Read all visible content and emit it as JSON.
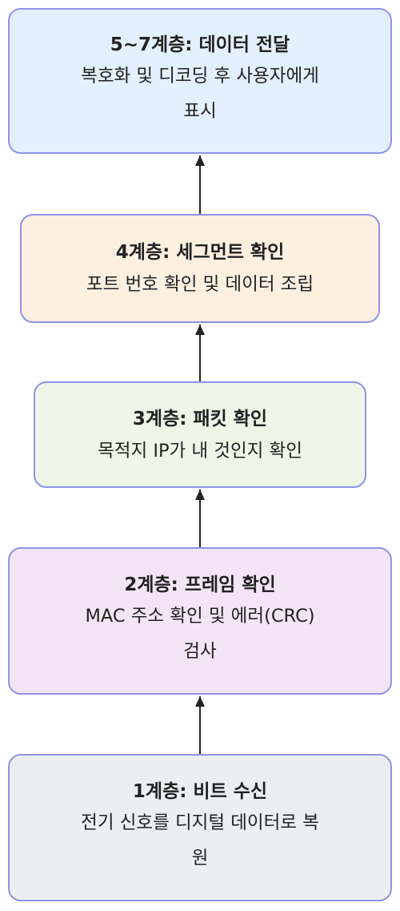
{
  "colors": {
    "border": "#8f93e6",
    "edge": "#222222",
    "layer57_fill": "#e3f0fd",
    "layer4_fill": "#fdf0e1",
    "layer3_fill": "#eef6e8",
    "layer2_fill": "#f3e5f5",
    "layer1_fill": "#eceff1"
  },
  "nodes": {
    "layer57": {
      "title": "5~7계층: 데이터 전달",
      "desc_line1": "복호화 및 디코딩 후 사용자에게",
      "desc_line2": "표시"
    },
    "layer4": {
      "title": "4계층: 세그먼트 확인",
      "desc": "포트 번호 확인 및 데이터 조립"
    },
    "layer3": {
      "title": "3계층: 패킷 확인",
      "desc": "목적지 IP가 내 것인지 확인"
    },
    "layer2": {
      "title": "2계층: 프레임 확인",
      "desc_line1": "MAC 주소 확인 및 에러(CRC)",
      "desc_line2": "검사"
    },
    "layer1": {
      "title": "1계층: 비트 수신",
      "desc_line1": "전기 신호를 디지털 데이터로 복",
      "desc_line2": "원"
    }
  },
  "edges": [
    {
      "from": "layer1",
      "to": "layer2"
    },
    {
      "from": "layer2",
      "to": "layer3"
    },
    {
      "from": "layer3",
      "to": "layer4"
    },
    {
      "from": "layer4",
      "to": "layer57"
    }
  ]
}
